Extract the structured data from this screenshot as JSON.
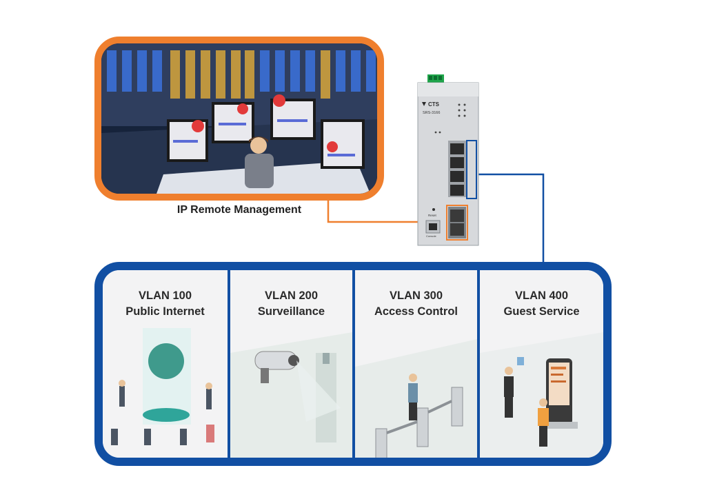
{
  "management": {
    "caption": "IP Remote Management"
  },
  "switch": {
    "brand": "CTS",
    "model": "SRS-3166",
    "reset_label": "Reset",
    "console_label": "Console"
  },
  "vlans": [
    {
      "id": "VLAN 100",
      "name": "Public Internet"
    },
    {
      "id": "VLAN 200",
      "name": "Surveillance"
    },
    {
      "id": "VLAN 300",
      "name": "Access Control"
    },
    {
      "id": "VLAN 400",
      "name": "Guest Service"
    }
  ],
  "colors": {
    "management_accent": "#ef7f2e",
    "vlan_accent": "#114fa3"
  }
}
